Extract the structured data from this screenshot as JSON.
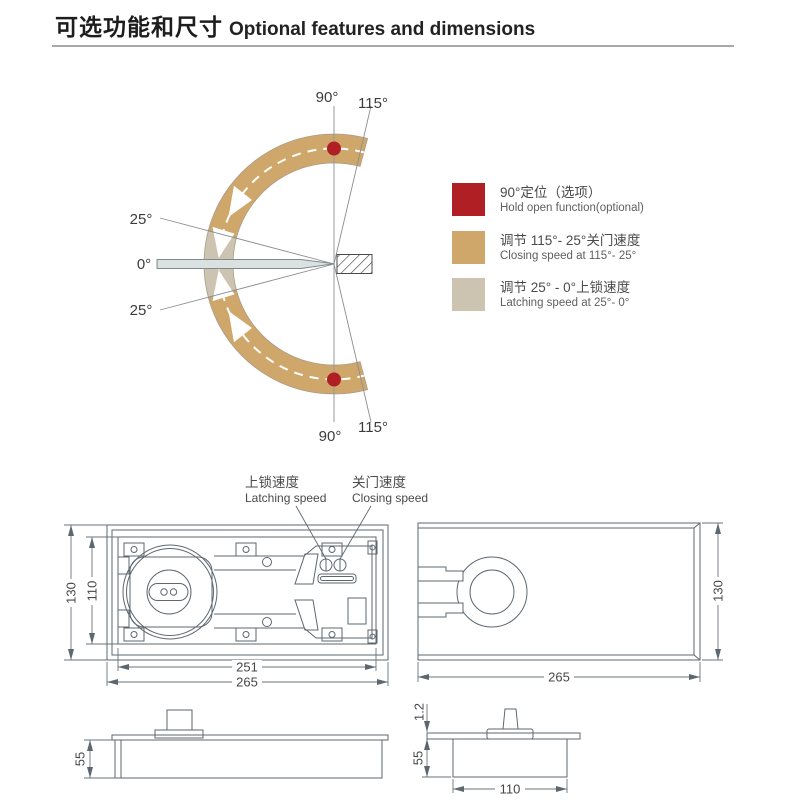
{
  "title": {
    "zh": "可选功能和尺寸",
    "en": "Optional features and dimensions"
  },
  "angle_diagram": {
    "labels": {
      "top_90": "90°",
      "top_115": "115°",
      "upper_25": "25°",
      "zero": "0°",
      "lower_25": "25°",
      "bottom_90": "90°",
      "bottom_115": "115°"
    },
    "colors": {
      "hold_open": "#b01f24",
      "closing_speed": "#d0a76b",
      "latching_speed": "#cdc3b1"
    }
  },
  "legend": {
    "items": [
      {
        "color": "#b01f24",
        "zh": "90°定位（选项）",
        "en": "Hold open function(optional)"
      },
      {
        "color": "#d0a76b",
        "zh": "调节 115°- 25°关门速度",
        "en": "Closing speed at 115°- 25°"
      },
      {
        "color": "#cdc3b1",
        "zh": "调节 25° - 0°上锁速度",
        "en": "Latching speed at 25°- 0°"
      }
    ]
  },
  "callouts": {
    "latching_zh": "上锁速度",
    "latching_en": "Latching speed",
    "closing_zh": "关门速度",
    "closing_en": "Closing speed"
  },
  "dims": {
    "top_view": {
      "outer_height": "130",
      "inner_height": "110",
      "inner_width": "251",
      "outer_width": "265"
    },
    "cover_plate": {
      "width": "265",
      "height": "130"
    },
    "side_view": {
      "body_height": "55"
    },
    "end_view": {
      "plate_thickness": "1.2",
      "body_height": "55",
      "body_width": "110"
    }
  }
}
